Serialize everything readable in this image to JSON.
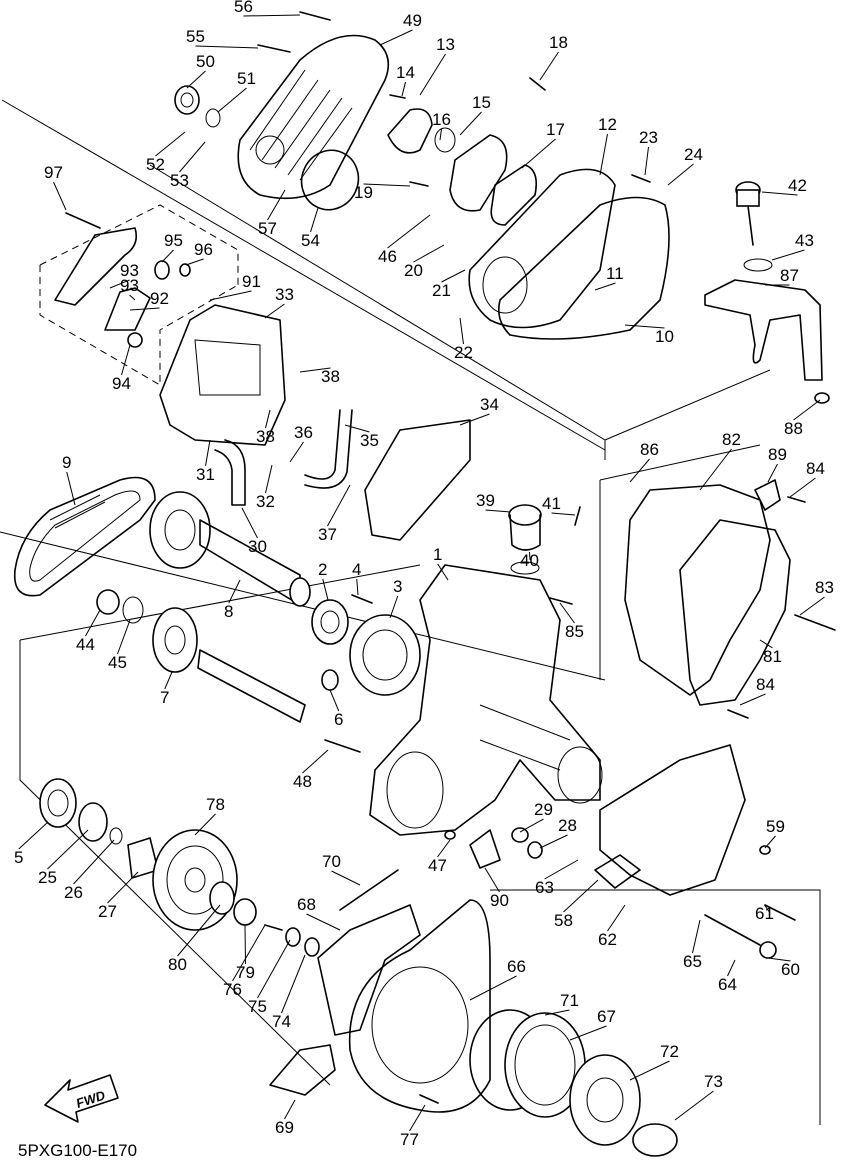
{
  "diagram_code": "5PXG100-E170",
  "fwd_label": "FWD",
  "parts": [
    "1",
    "2",
    "3",
    "4",
    "5",
    "6",
    "7",
    "8",
    "9",
    "10",
    "11",
    "12",
    "13",
    "14",
    "15",
    "16",
    "17",
    "18",
    "19",
    "20",
    "21",
    "22",
    "23",
    "24",
    "25",
    "26",
    "27",
    "28",
    "29",
    "30",
    "31",
    "32",
    "33",
    "34",
    "35",
    "36",
    "37",
    "38",
    "38",
    "39",
    "40",
    "41",
    "42",
    "43",
    "44",
    "45",
    "46",
    "47",
    "48",
    "49",
    "50",
    "51",
    "52",
    "53",
    "54",
    "55",
    "56",
    "57",
    "58",
    "59",
    "60",
    "61",
    "62",
    "63",
    "64",
    "65",
    "66",
    "67",
    "68",
    "69",
    "70",
    "71",
    "72",
    "73",
    "74",
    "75",
    "76",
    "77",
    "78",
    "79",
    "80",
    "81",
    "82",
    "83",
    "84",
    "84",
    "85",
    "86",
    "87",
    "88",
    "89",
    "90",
    "91",
    "92",
    "93",
    "93",
    "94",
    "95",
    "96",
    "97"
  ]
}
